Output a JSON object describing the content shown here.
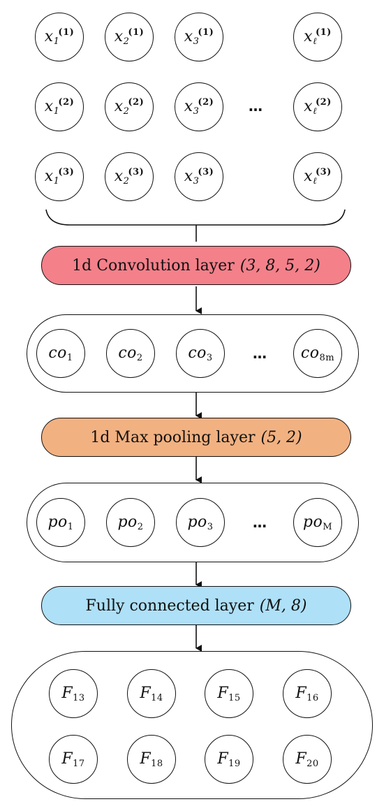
{
  "input": {
    "rows": [
      [
        {
          "base": "x",
          "sub": "1",
          "sup": "(1)"
        },
        {
          "base": "x",
          "sub": "2",
          "sup": "(1)"
        },
        {
          "base": "x",
          "sub": "3",
          "sup": "(1)"
        },
        {
          "base": "x",
          "sub": "ℓ",
          "sup": "(1)"
        }
      ],
      [
        {
          "base": "x",
          "sub": "1",
          "sup": "(2)"
        },
        {
          "base": "x",
          "sub": "2",
          "sup": "(2)"
        },
        {
          "base": "x",
          "sub": "3",
          "sup": "(2)"
        },
        {
          "base": "x",
          "sub": "ℓ",
          "sup": "(2)"
        }
      ],
      [
        {
          "base": "x",
          "sub": "1",
          "sup": "(3)"
        },
        {
          "base": "x",
          "sub": "2",
          "sup": "(3)"
        },
        {
          "base": "x",
          "sub": "3",
          "sup": "(3)"
        },
        {
          "base": "x",
          "sub": "ℓ",
          "sup": "(3)"
        }
      ]
    ],
    "ellipsis": "…"
  },
  "conv_layer": {
    "label": "1d Convolution layer",
    "params": "(3, 8, 5, 2)",
    "color": "#f4808a"
  },
  "conv_output": {
    "nodes": [
      {
        "base": "co",
        "sub": "1"
      },
      {
        "base": "co",
        "sub": "2"
      },
      {
        "base": "co",
        "sub": "3"
      },
      {
        "base": "co",
        "sub": "8m"
      }
    ],
    "ellipsis": "…"
  },
  "pool_layer": {
    "label": "1d Max pooling layer",
    "params": "(5, 2)",
    "color": "#f2b181"
  },
  "pool_output": {
    "nodes": [
      {
        "base": "po",
        "sub": "1"
      },
      {
        "base": "po",
        "sub": "2"
      },
      {
        "base": "po",
        "sub": "3"
      },
      {
        "base": "po",
        "sub": "M"
      }
    ],
    "ellipsis": "…"
  },
  "fc_layer": {
    "label": "Fully connected layer",
    "params": "(M, 8)",
    "color": "#aee0f7"
  },
  "fc_output": {
    "rows": [
      [
        {
          "base": "F",
          "sub": "13"
        },
        {
          "base": "F",
          "sub": "14"
        },
        {
          "base": "F",
          "sub": "15"
        },
        {
          "base": "F",
          "sub": "16"
        }
      ],
      [
        {
          "base": "F",
          "sub": "17"
        },
        {
          "base": "F",
          "sub": "18"
        },
        {
          "base": "F",
          "sub": "19"
        },
        {
          "base": "F",
          "sub": "20"
        }
      ]
    ]
  }
}
